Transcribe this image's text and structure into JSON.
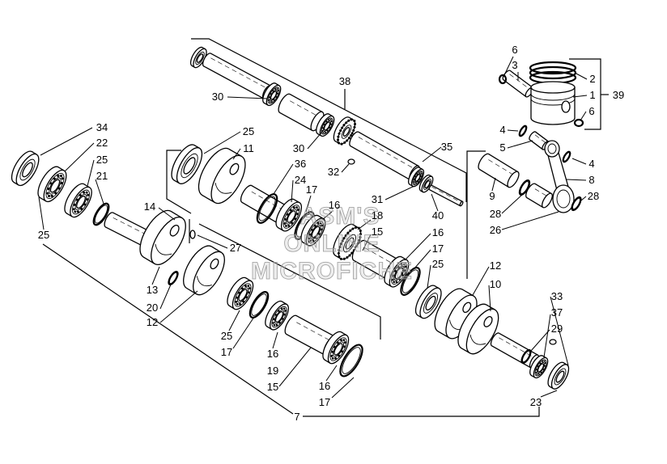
{
  "diagram": {
    "callouts": [
      "6",
      "3",
      "2",
      "39",
      "1",
      "6",
      "4",
      "5",
      "4",
      "8",
      "28",
      "9",
      "28",
      "26",
      "38",
      "30",
      "35",
      "30",
      "32",
      "31",
      "40",
      "34",
      "22",
      "25",
      "21",
      "25",
      "11",
      "36",
      "24",
      "17",
      "16",
      "18",
      "15",
      "14",
      "25",
      "27",
      "16",
      "17",
      "25",
      "12",
      "10",
      "13",
      "20",
      "12",
      "33",
      "37",
      "29",
      "25",
      "17",
      "16",
      "19",
      "15",
      "16",
      "17",
      "23",
      "7"
    ]
  },
  "watermark": {
    "lines": [
      "ASM'S",
      "ONLINE",
      "MICROFICHE"
    ]
  }
}
